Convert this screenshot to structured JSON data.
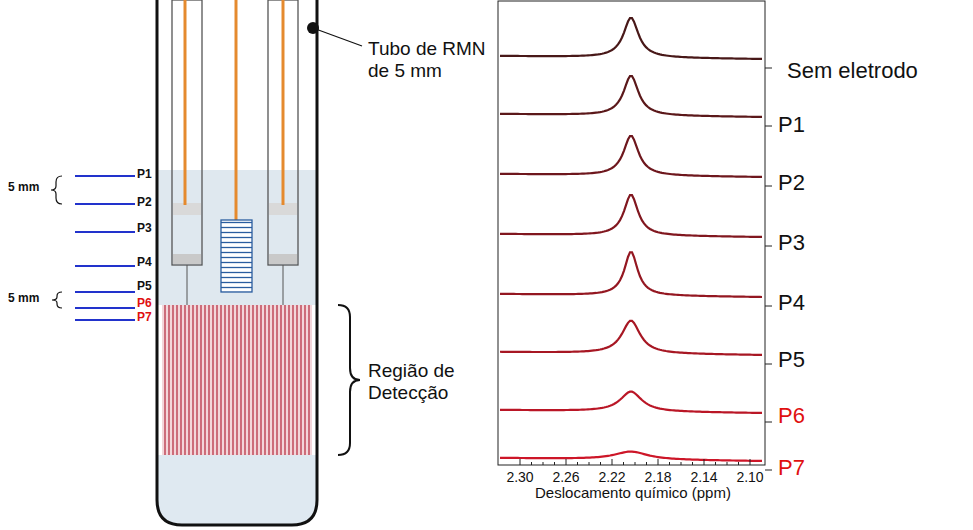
{
  "diagram": {
    "labels": [
      "Tubo de RMN de 5 mm",
      "P1",
      "5 mm",
      "P2",
      "P3",
      "P4",
      "P5",
      "5 mm",
      "P6",
      "P7",
      "Região de Detecção",
      "Sem eletrodo",
      "P1",
      "P2",
      "P3",
      "P4",
      "P5",
      "P6",
      "P7",
      "2.30",
      "2.26",
      "2.22",
      "2.18",
      "2.14",
      "2.10",
      "Deslocamento químico (ppm)"
    ]
  }
}
